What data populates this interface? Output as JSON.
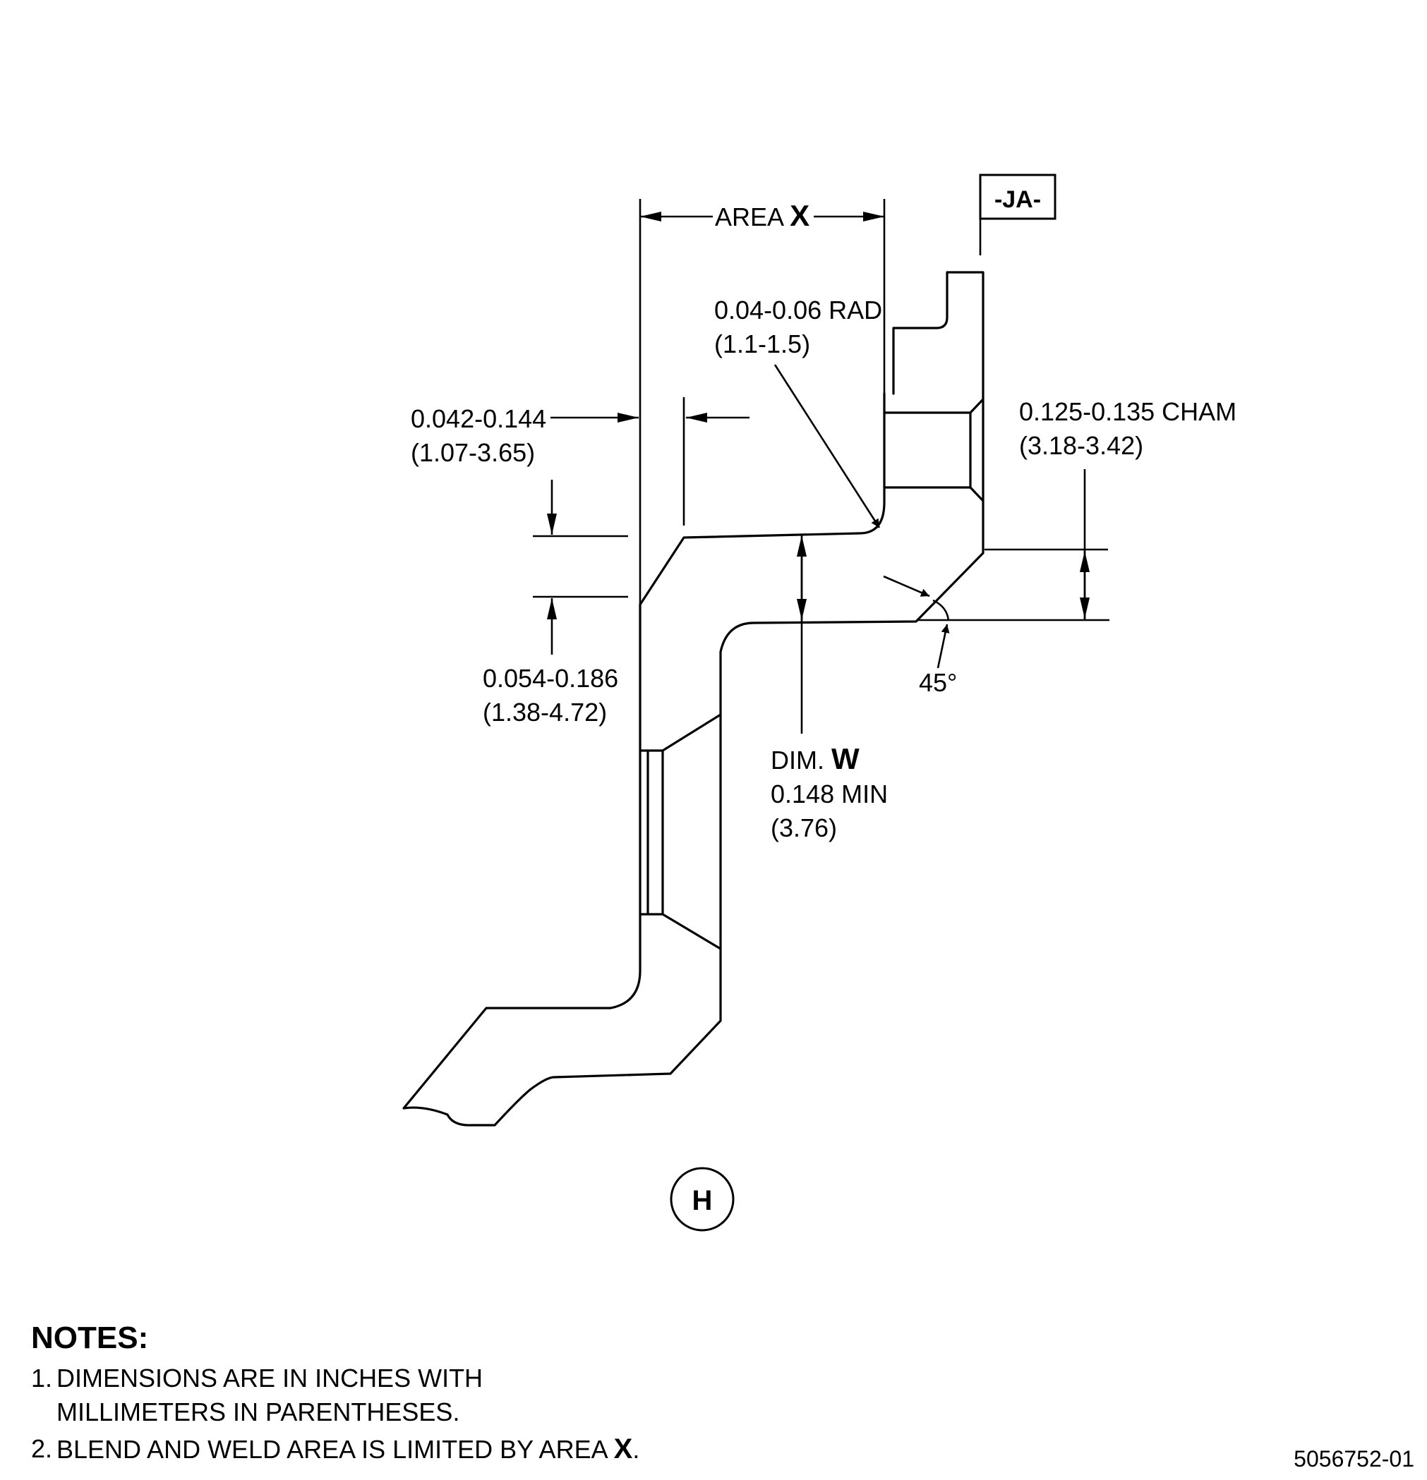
{
  "labels": {
    "area_x_prefix": "AREA",
    "area_x_letter": "X",
    "datum": "-JA-",
    "rad_in": "0.04-0.06 RAD",
    "rad_mm": "(1.1-1.5)",
    "dim1_in": "0.042-0.144",
    "dim1_mm": "(1.07-3.65)",
    "cham_in": "0.125-0.135 CHAM",
    "cham_mm": "(3.18-3.42)",
    "dim2_in": "0.054-0.186",
    "dim2_mm": "(1.38-4.72)",
    "angle": "45°",
    "dimw_prefix": "DIM.",
    "dimw_letter": "W",
    "dimw_in": "0.148 MIN",
    "dimw_mm": "(3.76)",
    "view": "H"
  },
  "notes": {
    "title": "NOTES:",
    "items": [
      {
        "num": "1.",
        "text": "DIMENSIONS ARE IN INCHES WITH MILLIMETERS IN PARENTHESES."
      },
      {
        "num": "2.",
        "text": "BLEND AND WELD AREA IS LIMITED BY AREA",
        "emphasis": "X",
        "suffix": "."
      }
    ]
  },
  "drawing_number": "5056752-01"
}
